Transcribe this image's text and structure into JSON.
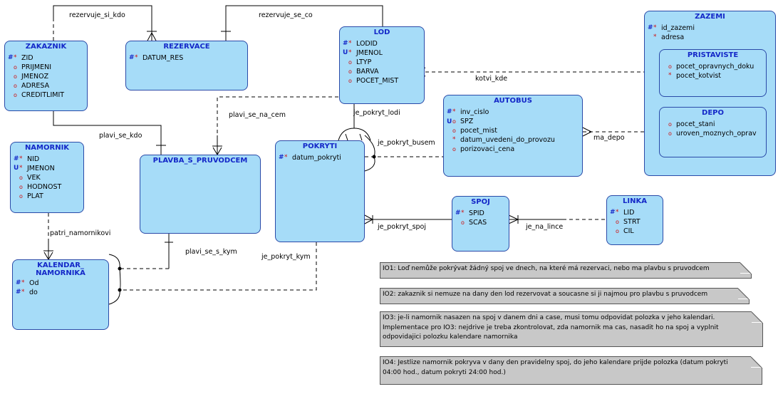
{
  "entities": {
    "zakaznik": {
      "title": "ZAKAZNIK",
      "attrs": [
        {
          "m1": "#",
          "m2": "*",
          "name": "ZID"
        },
        {
          "m1": "",
          "m2": "o",
          "name": "PRIJMENI"
        },
        {
          "m1": "",
          "m2": "o",
          "name": "JMENOZ"
        },
        {
          "m1": "",
          "m2": "o",
          "name": "ADRESA"
        },
        {
          "m1": "",
          "m2": "o",
          "name": "CREDITLIMIT"
        }
      ]
    },
    "rezervace": {
      "title": "REZERVACE",
      "attrs": [
        {
          "m1": "#",
          "m2": "*",
          "name": "DATUM_RES"
        }
      ]
    },
    "lod": {
      "title": "LOD",
      "attrs": [
        {
          "m1": "#",
          "m2": "*",
          "name": "LODID"
        },
        {
          "m1": "U",
          "m2": "*",
          "name": "JMENOL"
        },
        {
          "m1": "",
          "m2": "o",
          "name": "LTYP"
        },
        {
          "m1": "",
          "m2": "o",
          "name": "BARVA"
        },
        {
          "m1": "",
          "m2": "o",
          "name": "POCET_MIST"
        }
      ]
    },
    "zazemi": {
      "title": "ZAZEMI",
      "attrs": [
        {
          "m1": "#",
          "m2": "*",
          "name": "id_zazemi"
        },
        {
          "m1": "",
          "m2": "*",
          "name": "adresa"
        }
      ]
    },
    "pristaviste": {
      "title": "PRISTAVISTE",
      "attrs": [
        {
          "m1": "",
          "m2": "o",
          "name": "pocet_opravnych_doku"
        },
        {
          "m1": "",
          "m2": "*",
          "name": "pocet_kotvist"
        }
      ]
    },
    "depo": {
      "title": "DEPO",
      "attrs": [
        {
          "m1": "",
          "m2": "o",
          "name": "pocet_stani"
        },
        {
          "m1": "",
          "m2": "o",
          "name": "uroven_moznych_oprav"
        }
      ]
    },
    "autobus": {
      "title": "AUTOBUS",
      "attrs": [
        {
          "m1": "#",
          "m2": "*",
          "name": "inv_cislo"
        },
        {
          "m1": "U",
          "m2": "o",
          "name": "SPZ"
        },
        {
          "m1": "",
          "m2": "o",
          "name": "pocet_mist"
        },
        {
          "m1": "",
          "m2": "*",
          "name": "datum_uvedeni_do_provozu"
        },
        {
          "m1": "",
          "m2": "o",
          "name": "porizovaci_cena"
        }
      ]
    },
    "namornik": {
      "title": "NAMORNIK",
      "attrs": [
        {
          "m1": "#",
          "m2": "*",
          "name": "NID"
        },
        {
          "m1": "U",
          "m2": "*",
          "name": "JMENON"
        },
        {
          "m1": "",
          "m2": "o",
          "name": "VEK"
        },
        {
          "m1": "",
          "m2": "o",
          "name": "HODNOST"
        },
        {
          "m1": "",
          "m2": "o",
          "name": "PLAT"
        }
      ]
    },
    "plavba": {
      "title": "PLAVBA_S_PRUVODCEM",
      "attrs": []
    },
    "pokryti": {
      "title": "POKRYTI",
      "attrs": [
        {
          "m1": "#",
          "m2": "*",
          "name": "datum_pokryti"
        }
      ]
    },
    "spoj": {
      "title": "SPOJ",
      "attrs": [
        {
          "m1": "#",
          "m2": "*",
          "name": "SPID"
        },
        {
          "m1": "",
          "m2": "o",
          "name": "SCAS"
        }
      ]
    },
    "linka": {
      "title": "LINKA",
      "attrs": [
        {
          "m1": "#",
          "m2": "*",
          "name": "LID"
        },
        {
          "m1": "",
          "m2": "o",
          "name": "STRT"
        },
        {
          "m1": "",
          "m2": "o",
          "name": "CIL"
        }
      ]
    },
    "kalendar": {
      "title": "KALENDAR_\nNAMORNIKA",
      "attrs": [
        {
          "m1": "#",
          "m2": "*",
          "name": "Od"
        },
        {
          "m1": "#",
          "m2": "*",
          "name": "do"
        }
      ]
    }
  },
  "relationships": {
    "rezervuje_si_kdo": "rezervuje_si_kdo",
    "rezervuje_se_co": "rezervuje_se_co",
    "kotvi_kde": "kotvi_kde",
    "plavi_se_na_cem": "plavi_se_na_cem",
    "je_pokryt_lodi": "je_pokryt_lodi",
    "plavi_se_kdo": "plavi_se_kdo",
    "je_pokryt_busem": "je_pokryt_busem",
    "ma_depo": "ma_depo",
    "patri_namornikovi": "patri_namornikovi",
    "je_pokryt_spoj": "je_pokryt_spoj",
    "je_na_lince": "je_na_lince",
    "plavi_se_s_kym": "plavi_se_s_kym",
    "je_pokryt_kym": "je_pokryt_kym"
  },
  "notes": {
    "io1": "IO1: Loď nemůže pokrývat žádný spoj ve dnech, na které má rezervaci, nebo ma plavbu s pruvodcem",
    "io2": "IO2: zakaznik si nemuze na dany den lod rezervovat a soucasne si ji najmou pro plavbu s pruvodcem",
    "io3": "IO3: je-li namornik nasazen na spoj v danem dni a case, musi tomu odpovidat polozka v jeho kalendari. Implementace pro IO3: nejdrive je treba zkontrolovat, zda namornik ma cas, nasadit ho na spoj a vyplnit odpovidajici polozku kalendare namornika",
    "io4": "IO4: Jestlize namornik pokryva v dany den pravidelny spoj, do jeho kalendare prijde polozka (datum pokryti 04:00 hod., datum pokryti 24:00 hod.)"
  },
  "colors": {
    "entity_fill": "#a6dcf8",
    "entity_border": "#2a4aa8",
    "title_color": "#1428c8",
    "note_fill": "#c8c8c8"
  }
}
